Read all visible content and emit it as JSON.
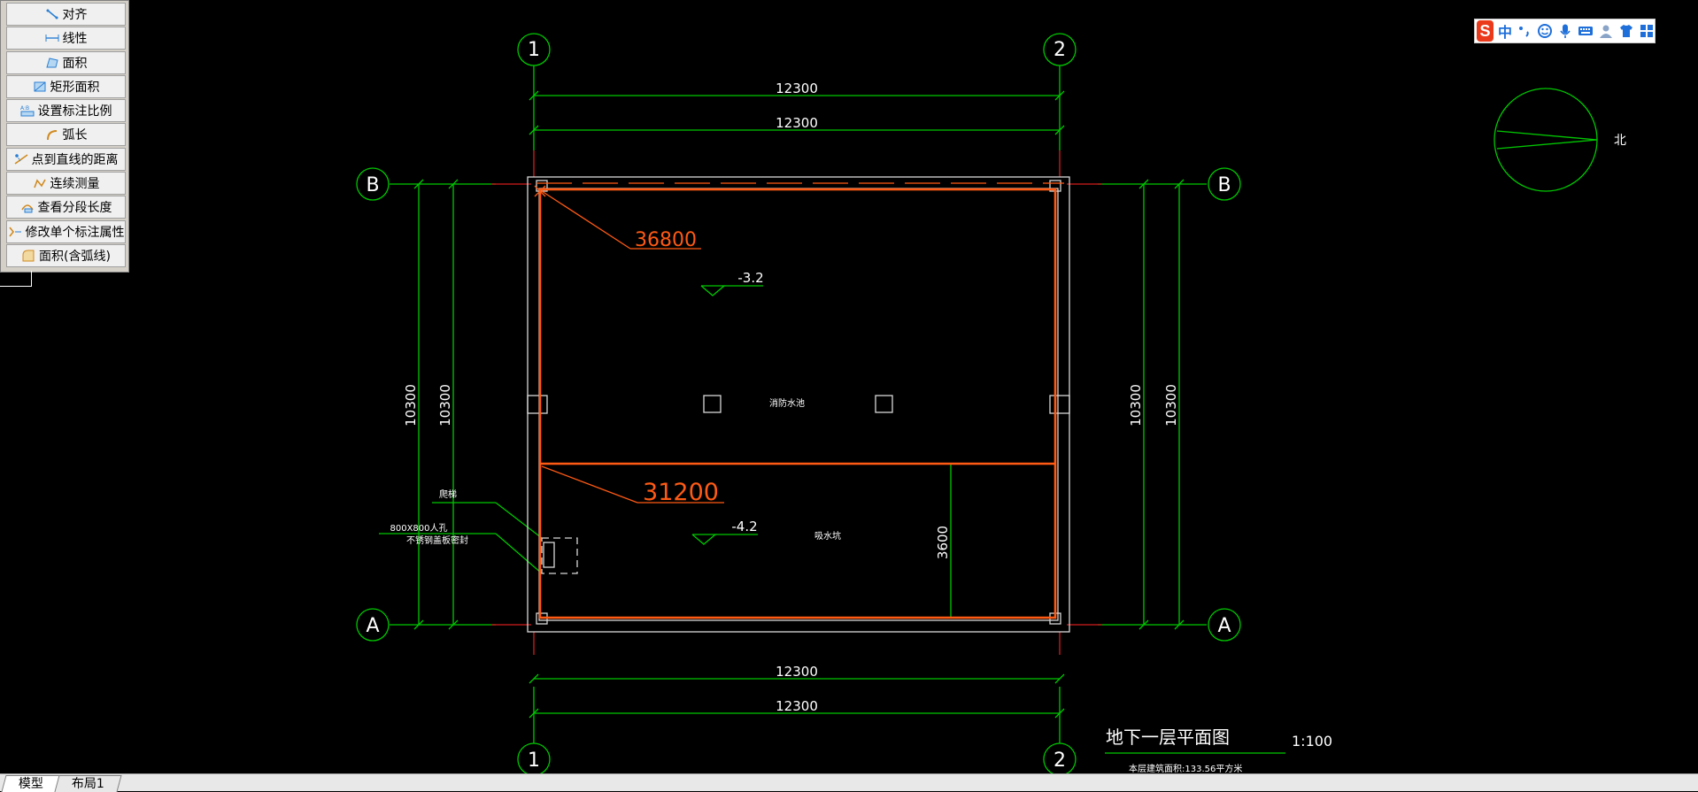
{
  "toolbar": {
    "items": [
      {
        "label": "对齐",
        "icon": "align-dimension-icon"
      },
      {
        "label": "线性",
        "icon": "linear-dimension-icon"
      },
      {
        "label": "面积",
        "icon": "area-icon"
      },
      {
        "label": "矩形面积",
        "icon": "rect-area-icon"
      },
      {
        "label": "设置标注比例",
        "icon": "dimension-scale-icon"
      },
      {
        "label": "弧长",
        "icon": "arc-length-icon"
      },
      {
        "label": "点到直线的距离",
        "icon": "point-to-line-icon"
      },
      {
        "label": "连续测量",
        "icon": "continuous-measure-icon"
      },
      {
        "label": "查看分段长度",
        "icon": "segment-length-icon"
      },
      {
        "label": "修改单个标注属性",
        "icon": "edit-dimension-icon"
      },
      {
        "label": "面积(含弧线)",
        "icon": "arc-area-icon"
      }
    ]
  },
  "ime": {
    "logo": "S",
    "lang": "中",
    "icons": [
      "punctuation-icon",
      "emoji-icon",
      "microphone-icon",
      "keyboard-icon",
      "user-icon",
      "skin-icon",
      "grid-menu-icon"
    ],
    "colors": {
      "logo": "#ea3a1b",
      "icons": "#1e6fd9"
    }
  },
  "drawing": {
    "colors": {
      "grid": "#00c800",
      "wall": "#ff5a14",
      "outline": "#ffffff",
      "text": "#ffffff",
      "axis_red": "#d21e1e"
    },
    "axis_labels": {
      "col1": "1",
      "col2": "2",
      "rowA": "A",
      "rowB": "B"
    },
    "dimensions": {
      "top_outer": "12300",
      "top_inner": "12300",
      "bottom_inner": "12300",
      "bottom_outer": "12300",
      "left_outer": "10300",
      "left_inner": "10300",
      "right_inner": "10300",
      "right_outer": "10300",
      "interior": "3600"
    },
    "areas": {
      "upper": "36800",
      "lower": "31200"
    },
    "elevations": {
      "upper": "-3.2",
      "lower": "-4.2"
    },
    "rooms": {
      "upper": "消防水池",
      "lower": "吸水坑"
    },
    "callouts": {
      "ladder": "爬梯",
      "hatch_size": "800X800人孔",
      "hatch_desc": "不锈钢盖板密封"
    },
    "north": {
      "label": "北"
    },
    "title": {
      "name": "地下一层平面图",
      "scale": "1:100",
      "note": "本层建筑面积:133.56平方米"
    }
  },
  "tabs": {
    "model": "模型",
    "layout": "布局1"
  }
}
